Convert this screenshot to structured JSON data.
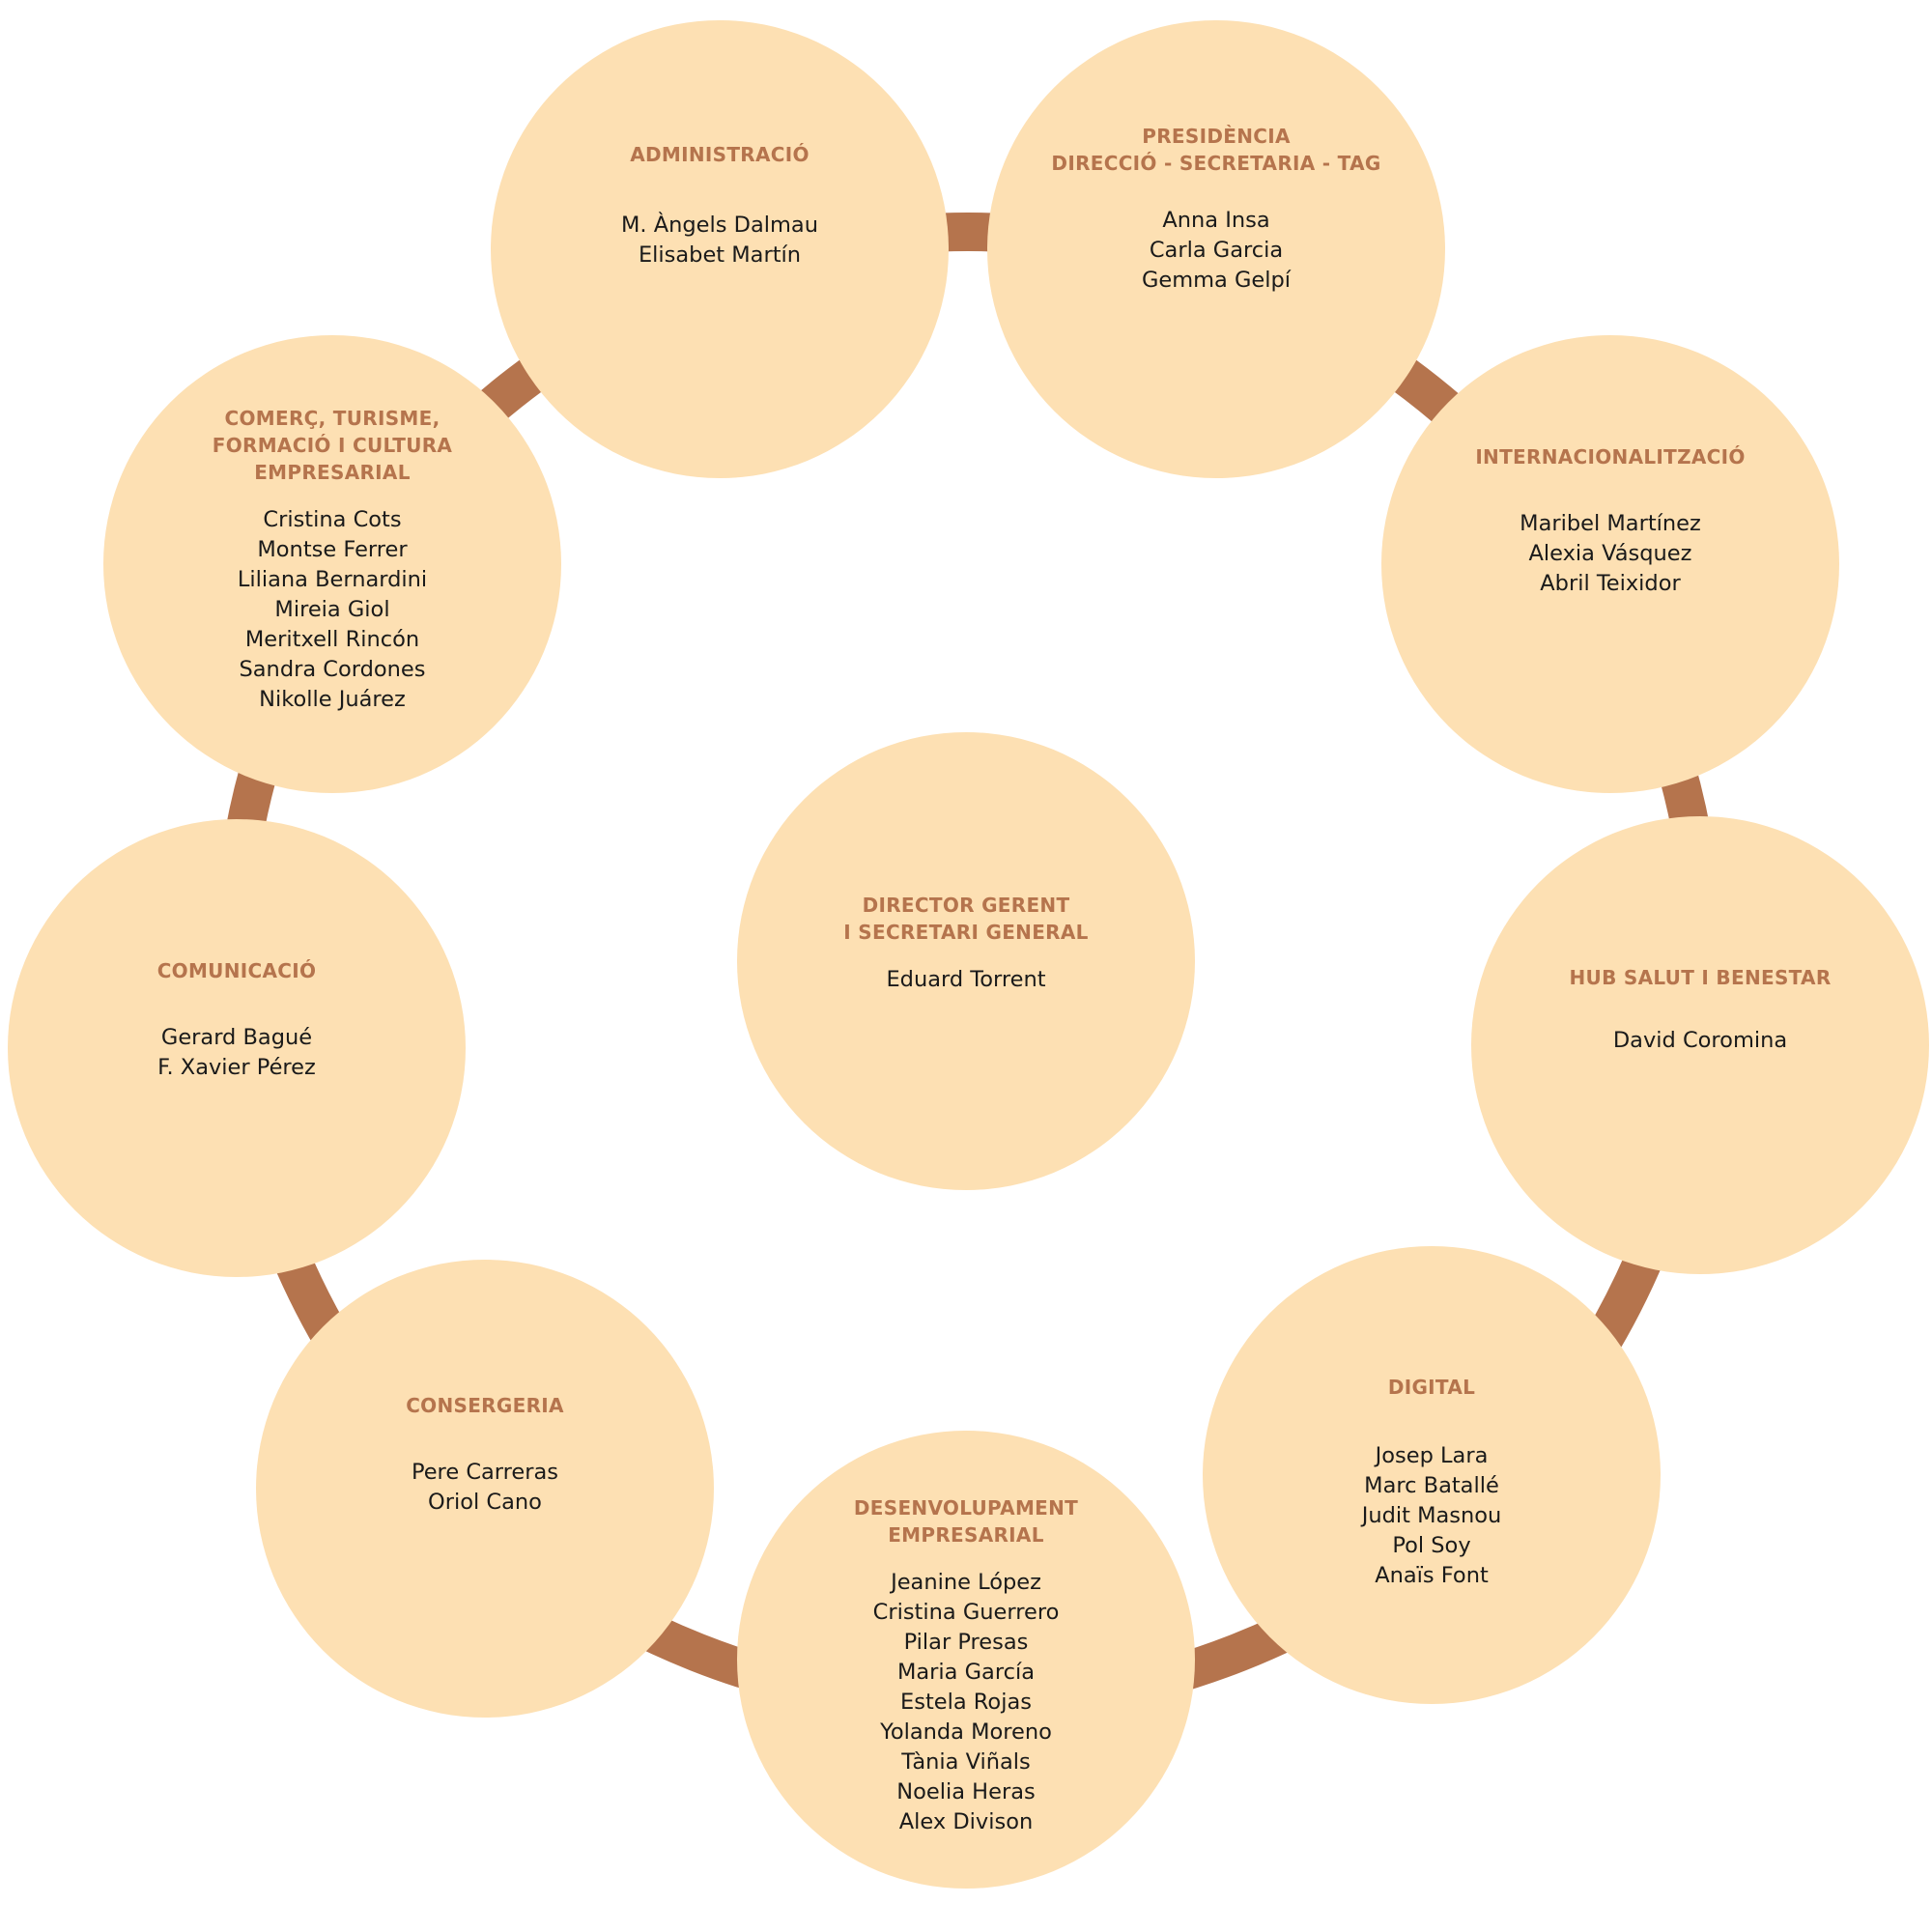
{
  "colors": {
    "circle_fill": "#fde0b3",
    "connector": "#b5744d",
    "title_text": "#b5744d",
    "name_text": "#1a1a1a"
  },
  "center": {
    "title": "DIRECTOR GERENT\nI SECRETARI GENERAL",
    "names": [
      "Eduard Torrent"
    ]
  },
  "departments": [
    {
      "id": "administracio",
      "title": "ADMINISTRACIÓ",
      "names": [
        "M. Àngels Dalmau",
        "Elisabet Martín"
      ]
    },
    {
      "id": "presidencia",
      "title": "PRESIDÈNCIA\nDIRECCIÓ - SECRETARIA - TAG",
      "names": [
        "Anna Insa",
        "Carla Garcia",
        "Gemma Gelpí"
      ]
    },
    {
      "id": "internacionalitzacio",
      "title": "INTERNACIONALITZACIÓ",
      "names": [
        "Maribel Martínez",
        "Alexia Vásquez",
        "Abril Teixidor"
      ]
    },
    {
      "id": "hub-salut",
      "title": "HUB SALUT I BENESTAR",
      "names": [
        "David Coromina"
      ]
    },
    {
      "id": "digital",
      "title": "DIGITAL",
      "names": [
        "Josep Lara",
        "Marc Batallé",
        "Judit Masnou",
        "Pol Soy",
        "Anaïs Font"
      ]
    },
    {
      "id": "desenvolupament",
      "title": "DESENVOLUPAMENT\nEMPRESARIAL",
      "names": [
        "Jeanine López",
        "Cristina Guerrero",
        "Pilar Presas",
        "Maria García",
        "Estela Rojas",
        "Yolanda Moreno",
        "Tània Viñals",
        "Noelia Heras",
        "Alex Divison"
      ]
    },
    {
      "id": "consergeria",
      "title": "CONSERGERIA",
      "names": [
        "Pere Carreras",
        "Oriol Cano"
      ]
    },
    {
      "id": "comunicacio",
      "title": "COMUNICACIÓ",
      "names": [
        "Gerard Bagué",
        "F. Xavier Pérez"
      ]
    },
    {
      "id": "comerc",
      "title": "COMERÇ, TURISME,\nFORMACIÓ I CULTURA\nEMPRESARIAL",
      "names": [
        "Cristina Cots",
        "Montse Ferrer",
        "Liliana Bernardini",
        "Mireia Giol",
        "Meritxell Rincón",
        "Sandra Cordones",
        "Nikolle Juárez"
      ]
    }
  ]
}
